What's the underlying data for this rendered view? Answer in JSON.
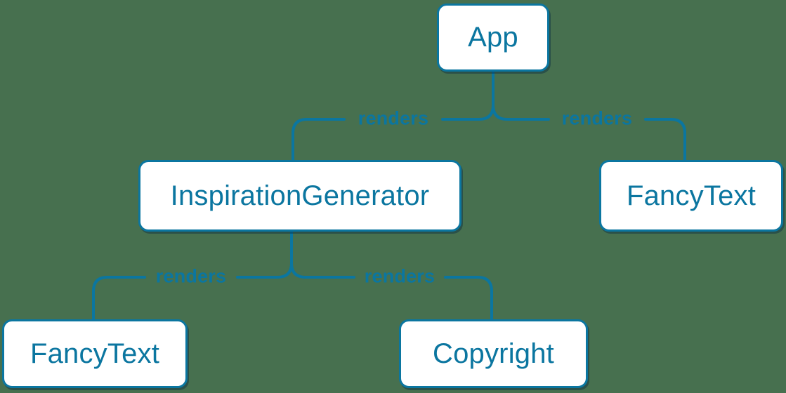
{
  "diagram": {
    "colors": {
      "accent": "#0b76a0",
      "background": "#47704f",
      "node_fill": "#ffffff"
    },
    "nodes": [
      {
        "id": "app",
        "label": "App"
      },
      {
        "id": "inspiration-generator",
        "label": "InspirationGenerator"
      },
      {
        "id": "fancy-text-top",
        "label": "FancyText"
      },
      {
        "id": "fancy-text-bottom",
        "label": "FancyText"
      },
      {
        "id": "copyright",
        "label": "Copyright"
      }
    ],
    "edges": [
      {
        "from": "App",
        "to": "InspirationGenerator",
        "label": "renders"
      },
      {
        "from": "App",
        "to": "FancyText",
        "label": "renders"
      },
      {
        "from": "InspirationGenerator",
        "to": "FancyText",
        "label": "renders"
      },
      {
        "from": "InspirationGenerator",
        "to": "Copyright",
        "label": "renders"
      }
    ]
  }
}
